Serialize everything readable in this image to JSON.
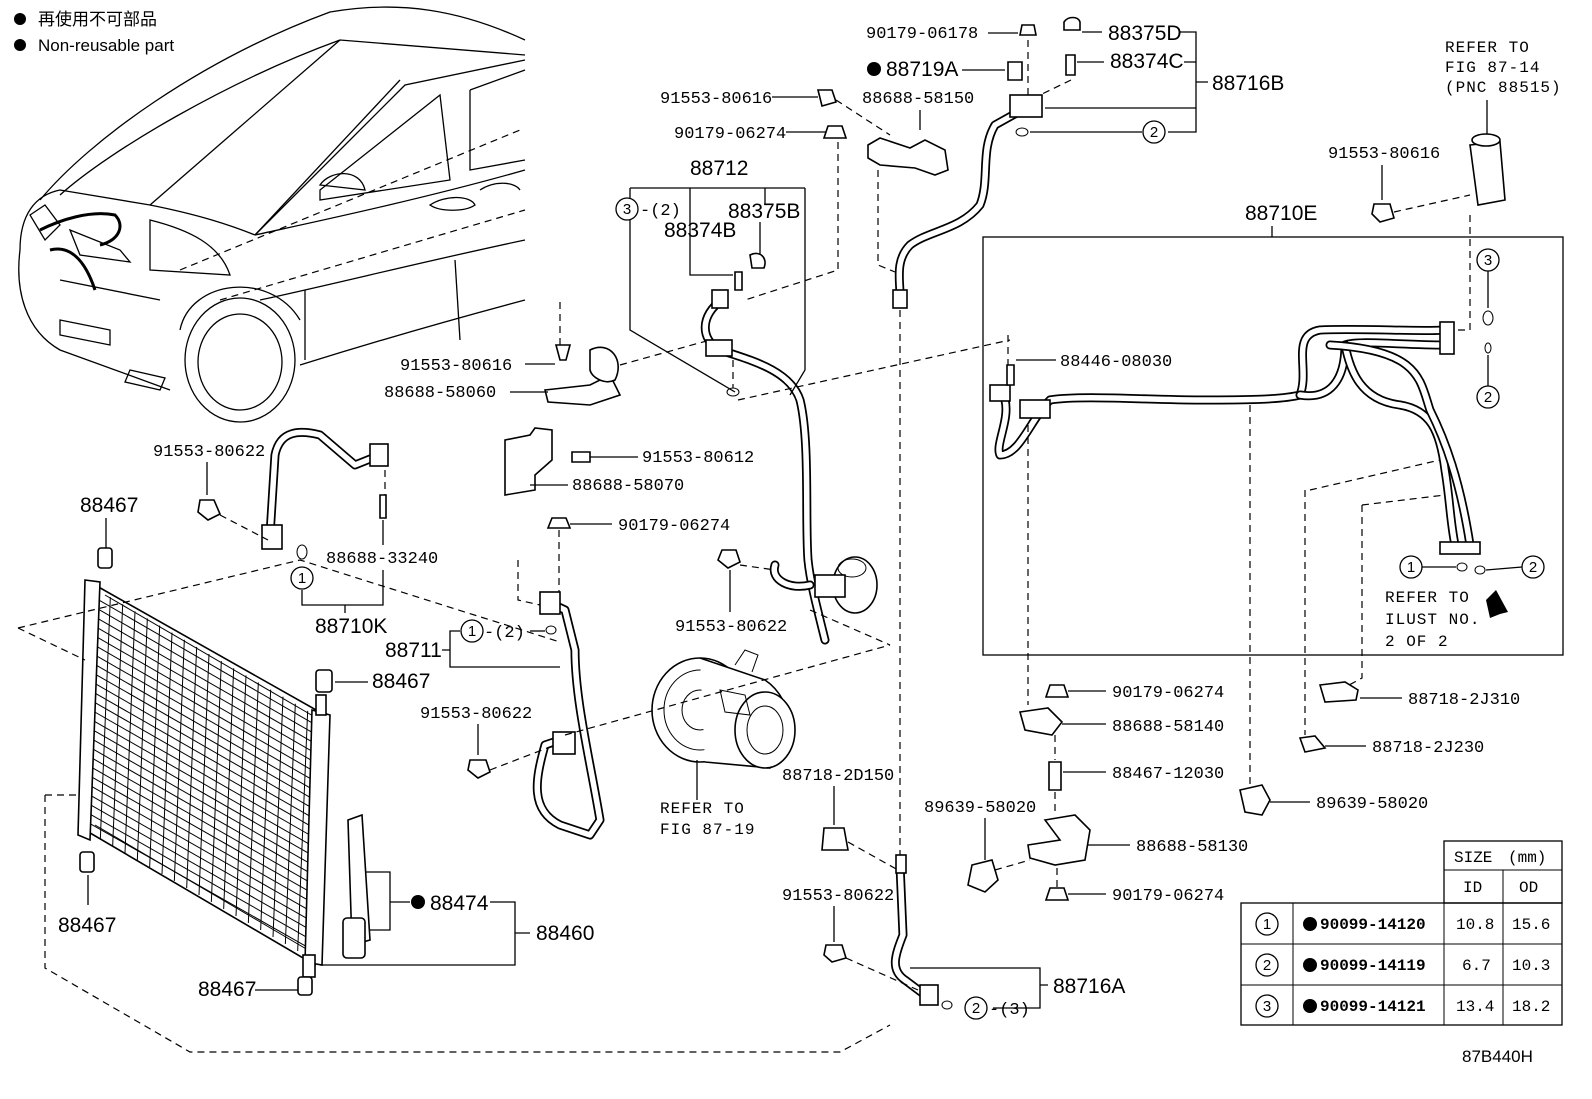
{
  "legend": {
    "jp": "再使用不可部品",
    "en": "Non-reusable part"
  },
  "labels": {
    "p90179_06178": "90179-06178",
    "p88375D": "88375D",
    "p88719A": "88719A",
    "p88374C": "88374C",
    "p88716B": "88716B",
    "p91553_80616_a": "91553-80616",
    "p88688_58150": "88688-58150",
    "p90179_06274_a": "90179-06274",
    "p88712": "88712",
    "p88375B": "88375B",
    "p88374B": "88374B",
    "p3_2": "-(2)",
    "p91553_80616_b": "91553-80616",
    "p88688_58060": "88688-58060",
    "p91553_80622_a": "91553-80622",
    "p91553_80612": "91553-80612",
    "p88688_58070": "88688-58070",
    "p90179_06274_b": "90179-06274",
    "p88467_a": "88467",
    "p88688_33240": "88688-33240",
    "p88710K": "88710K",
    "p91553_80622_b": "91553-80622",
    "p88711": "88711",
    "p1_2": "-(2)",
    "p88467_b": "88467",
    "p91553_80622_c": "91553-80622",
    "p88467_c": "88467",
    "p88474": "88474",
    "p88460": "88460",
    "p88467_d": "88467",
    "p88718_2D150": "88718-2D150",
    "p91553_80622_d": "91553-80622",
    "p88716A": "88716A",
    "p2_3": "-(3)",
    "p91553_80616_c": "91553-80616",
    "p88710E": "88710E",
    "p88446_08030": "88446-08030",
    "p90179_06274_c": "90179-06274",
    "p88688_58140": "88688-58140",
    "p88467_12030": "88467-12030",
    "p89639_58020_a": "89639-58020",
    "p88688_58130": "88688-58130",
    "p90179_06274_d": "90179-06274",
    "p89639_58020_b": "89639-58020",
    "p88718_2J310": "88718-2J310",
    "p88718_2J230": "88718-2J230",
    "refer_fig_87_19_l1": "REFER TO",
    "refer_fig_87_19_l2": "FIG 87-19",
    "refer_fig_87_14_l1": "REFER TO",
    "refer_fig_87_14_l2": "FIG 87-14",
    "refer_fig_87_14_l3": "(PNC 88515)",
    "refer_ilust_l1": "REFER TO",
    "refer_ilust_l2": "ILUST NO.",
    "refer_ilust_l3": "2 OF 2",
    "drawing_code": "87B440H"
  },
  "callouts": {
    "c1": "1",
    "c2": "2",
    "c3": "3"
  },
  "size_table": {
    "header": "SIZE",
    "unit": "(mm)",
    "col_id": "ID",
    "col_od": "OD",
    "rows": [
      {
        "ref": "1",
        "part": "90099-14120",
        "id": "10.8",
        "od": "15.6"
      },
      {
        "ref": "2",
        "part": "90099-14119",
        "id": "6.7",
        "od": "10.3"
      },
      {
        "ref": "3",
        "part": "90099-14121",
        "id": "13.4",
        "od": "18.2"
      }
    ]
  }
}
